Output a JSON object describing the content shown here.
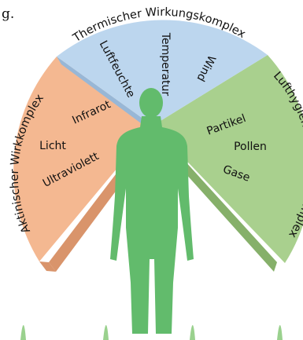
{
  "page": {
    "fragment_text": "g."
  },
  "colors": {
    "thermal": "#bcd6ee",
    "thermal_side": "#98b7d6",
    "actinic": "#f4b891",
    "actinic_side": "#d9946b",
    "airhygienic": "#a9d08e",
    "airhygienic_side": "#86b06a",
    "figure": "#62bb6c",
    "figure_shadow": "#4fa25a",
    "glow": "#9ad18e"
  },
  "diagram": {
    "sectors": [
      {
        "id": "thermal",
        "label": "Thermischer Wirkungskomplex",
        "items": [
          "Luftfeuchte",
          "Temperatur",
          "Wind"
        ]
      },
      {
        "id": "actinic",
        "label": "Aktinischer Wirkkomplex",
        "items": [
          "Infrarot",
          "Licht",
          "Ultraviolett"
        ]
      },
      {
        "id": "airhygienic",
        "label": "Lufthygienischer Wirkkomplex",
        "items": [
          "Partikel",
          "Pollen",
          "Gase"
        ]
      }
    ]
  }
}
